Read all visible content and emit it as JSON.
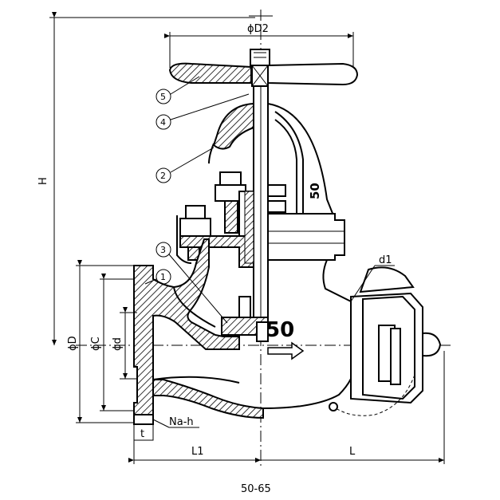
{
  "dimensions": {
    "D2": "ϕD2",
    "H": "H",
    "D": "ϕD",
    "C": "ϕC",
    "d": "ϕd",
    "d1": "d1",
    "n_h": "Na-h",
    "t": "t",
    "L1": "L1",
    "L": "L"
  },
  "callouts": [
    "5",
    "4",
    "2",
    "3",
    "1"
  ],
  "body_marking_large": "50",
  "body_marking_small": "50",
  "caption": "50-65"
}
